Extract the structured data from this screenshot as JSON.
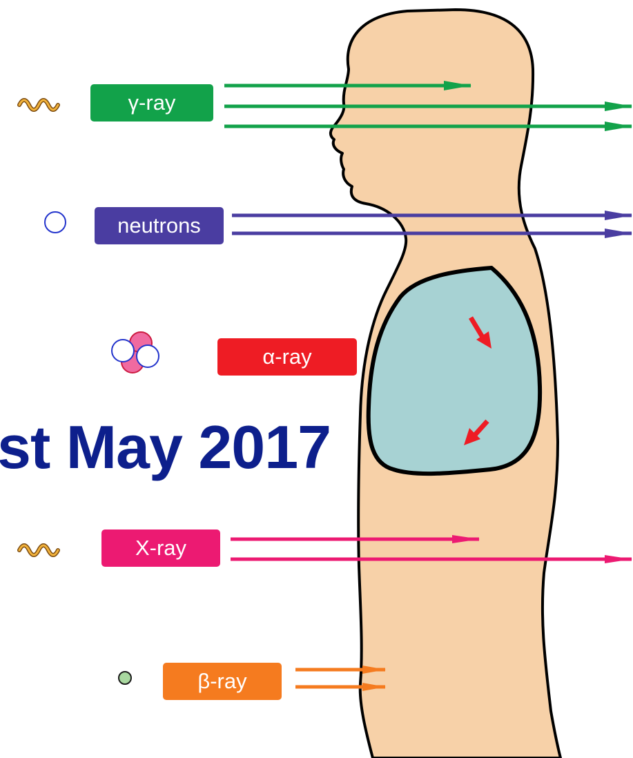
{
  "title": "st May 2017",
  "colors": {
    "body_fill": "#f7d1a8",
    "lung_fill": "#a7d2d3",
    "gamma": "#12a24a",
    "neutron": "#4a3da1",
    "alpha": "#ee1c24",
    "xray": "#ec1a72",
    "beta": "#f57b1f",
    "title": "#0d1f8c"
  },
  "radiation_types": [
    {
      "id": "gamma",
      "label": "γ-ray",
      "icon": "wave-icon"
    },
    {
      "id": "neutron",
      "label": "neutrons",
      "icon": "neutron-circle-icon"
    },
    {
      "id": "alpha",
      "label": "α-ray",
      "icon": "alpha-particle-icon"
    },
    {
      "id": "xray",
      "label": "X-ray",
      "icon": "wave-icon"
    },
    {
      "id": "beta",
      "label": "β-ray",
      "icon": "electron-dot-icon"
    }
  ]
}
